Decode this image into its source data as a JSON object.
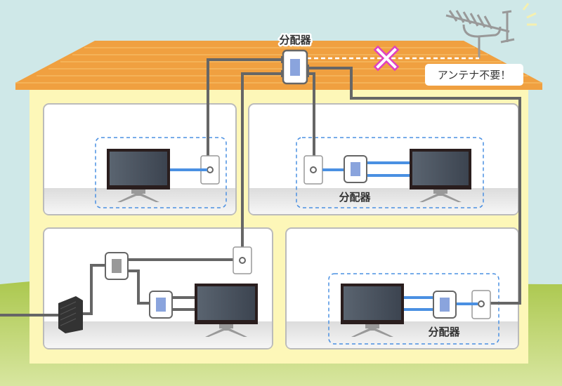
{
  "labels": {
    "top_splitter": "分配器",
    "room2_splitter": "分配器",
    "room4_splitter": "分配器",
    "antenna_not_needed": "アンテナ不要！"
  },
  "colors": {
    "sky": "#cfe8e8",
    "grass": "#b5cc55",
    "roof": "#f0a040",
    "house": "#fdf7b8",
    "cable": "#666666",
    "tv_cable": "#4a90e2",
    "cross_mark": "#e040c0"
  },
  "icons": [
    "antenna-icon",
    "cross-icon",
    "splitter-icon",
    "wall-outlet-icon",
    "tv-icon",
    "router-icon"
  ]
}
